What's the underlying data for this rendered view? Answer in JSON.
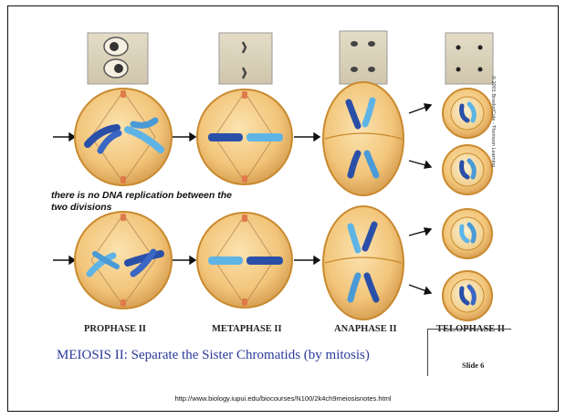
{
  "slide": {
    "note": "there is no DNA replication between the two divisions",
    "stages": {
      "prophase": "PROPHASE II",
      "metaphase": "METAPHASE II",
      "anaphase": "ANAPHASE II",
      "telophase": "TELOPHASE II"
    },
    "heading": "MEIOSIS II:  Separate the Sister Chromatids (by mitosis)",
    "slide_number": "Slide 6",
    "source_url": "http://www.biology.iupui.edu/biocourses/N100/2k4ch9meiosisnotes.html",
    "copyright": "© 2001 Brooks/Cole - Thomson Learning"
  },
  "colors": {
    "heading": "#2b3a9b",
    "cell_fill": "#f2c57a",
    "cell_outline": "#c98a2e",
    "chromosome_dark": "#2a4fa8",
    "chromosome_light": "#5fb4e6"
  }
}
